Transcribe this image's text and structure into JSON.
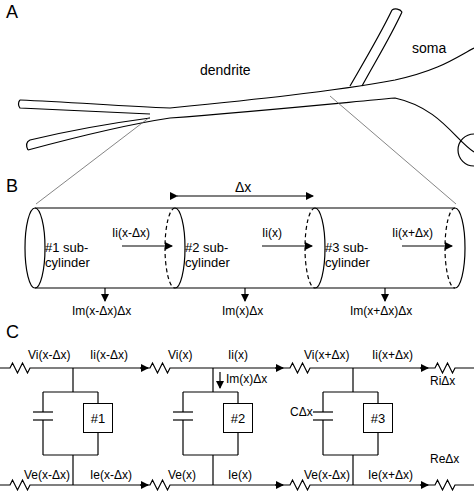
{
  "diagram": {
    "nodes": [
      {
        "text": [
          "#1"
        ]
      },
      {
        "text": [
          "#2"
        ]
      },
      {
        "text": [
          "#3"
        ]
      }
    ],
    "labels": [
      "A",
      "dendrite",
      "soma",
      "B",
      "Δx",
      "#1 sub-cylinder",
      "Ii(x-Δx)",
      "#2 sub-cylinder",
      "Ii(x)",
      "#3 sub-cylinder",
      "Ii(x+Δx)",
      "Im(x-Δx)Δx",
      "Im(x)Δx",
      "Im(x+Δx)Δx",
      "C",
      "Vi(x-Δx)",
      "Ii(x-Δx)",
      "Vi(x)",
      "Ii(x)",
      "Vi(x+Δx)",
      "Ii(x+Δx)",
      "Im(x)Δx",
      "RiΔx",
      "CΔx",
      "Ve(x-Δx)",
      "Ie(x-Δx)",
      "Ve(x)",
      "Ie(x)",
      "Ve(x-Δx)",
      "Ie(x+Δx)",
      "ReΔx"
    ]
  }
}
